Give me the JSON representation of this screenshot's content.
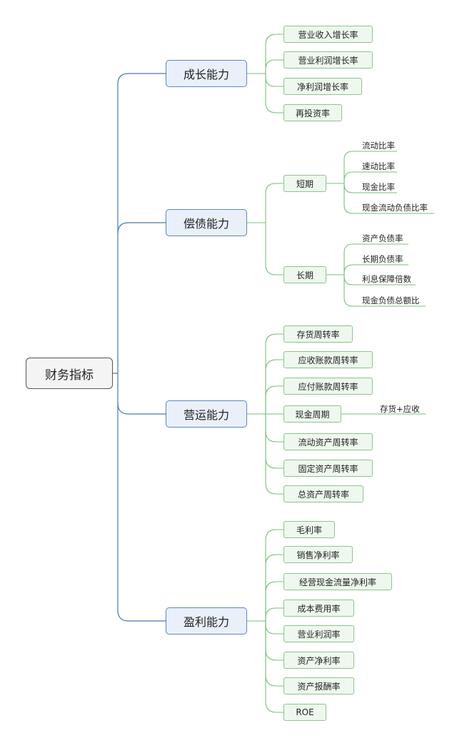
{
  "root": "财务指标",
  "categories": [
    {
      "label": "成长能力",
      "items": [
        "营业收入增长率",
        "营业利润增长率",
        "净利润增长率",
        "再投资率"
      ]
    },
    {
      "label": "偿债能力",
      "groups": [
        {
          "label": "短期",
          "items": [
            "流动比率",
            "速动比率",
            "现金比率",
            "现金流动负债比率"
          ]
        },
        {
          "label": "长期",
          "items": [
            "资产负债率",
            "长期负债率",
            "利息保障倍数",
            "现金负债总额比"
          ]
        }
      ]
    },
    {
      "label": "营运能力",
      "items": [
        "存货周转率",
        "应收账款周转率",
        "应付账款周转率",
        "现金周期",
        "流动资产周转率",
        "固定资产周转率",
        "总资产周转率"
      ],
      "note": "存货+应收"
    },
    {
      "label": "盈利能力",
      "items": [
        "毛利率",
        "销售净利率",
        "经营现金流量净利率",
        "成本费用率",
        "营业利润率",
        "资产净利率",
        "资产报酬率",
        "ROE"
      ]
    }
  ],
  "colors": {
    "root_line": "#4a78b5",
    "branch_line": "#7bbf7b",
    "sub_line": "#7bbf7b"
  }
}
